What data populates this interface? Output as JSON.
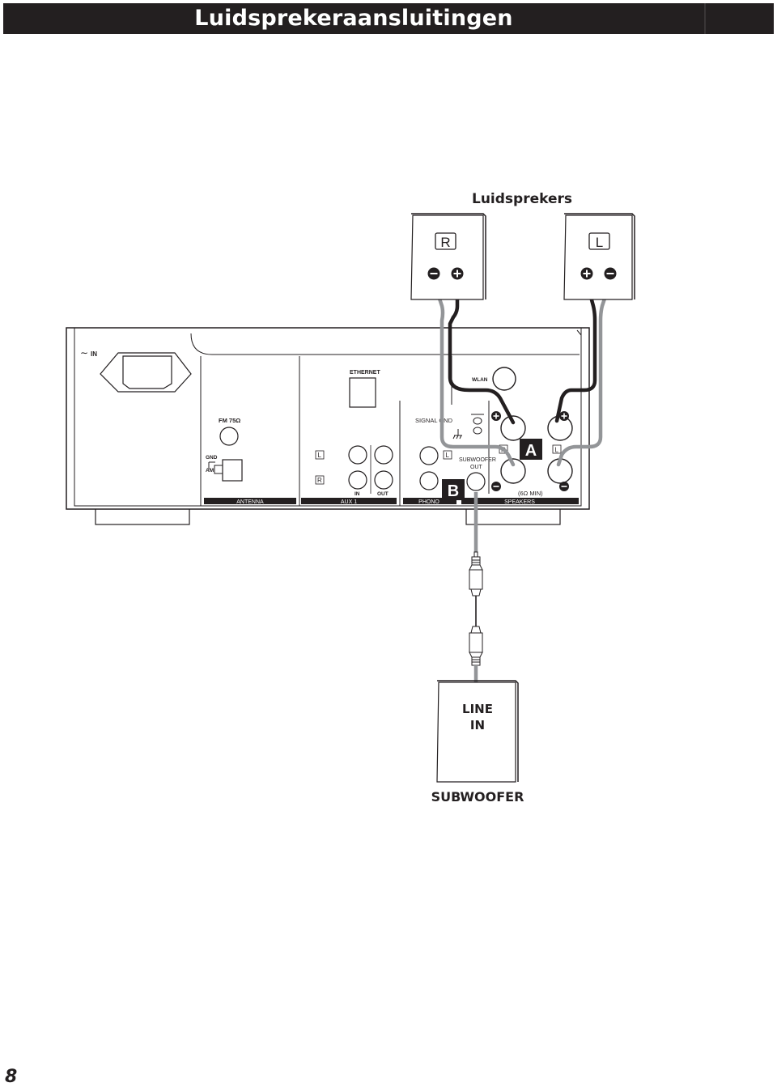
{
  "header": {
    "title": "Luidsprekeraansluitingen"
  },
  "speakers": {
    "heading": "Luidsprekers",
    "right": {
      "label": "R",
      "minus": "−",
      "plus": "+"
    },
    "left": {
      "label": "L",
      "minus": "−",
      "plus": "+"
    }
  },
  "panel": {
    "ac_in": "IN",
    "ethernet": "ETHERNET",
    "wlan": "WLAN",
    "fm": "FM 75Ω",
    "gnd": "GND",
    "am": "AM",
    "antenna": "ANTENNA",
    "aux_l": "L",
    "aux_r": "R",
    "aux_in": "IN",
    "aux_out": "OUT",
    "aux": "AUX 1",
    "signal_gnd": "SIGNAL GND",
    "phono_l": "L",
    "phono": "PHONO",
    "subwoofer_out_1": "SUBWOOFER",
    "subwoofer_out_2": "OUT",
    "sp_r": "R",
    "sp_l": "L",
    "min_impedance": "(6Ω MIN)",
    "speakers": "SPEAKERS"
  },
  "markers": {
    "a": "A",
    "b": "B"
  },
  "subwoofer": {
    "line_1": "LINE",
    "line_2": "IN",
    "caption": "SUBWOOFER"
  },
  "page": {
    "number": "8"
  },
  "colors": {
    "header_bg": "#231f20",
    "cable_dark": "#231f20",
    "cable_grey": "#939598",
    "ink": "#231f20"
  }
}
